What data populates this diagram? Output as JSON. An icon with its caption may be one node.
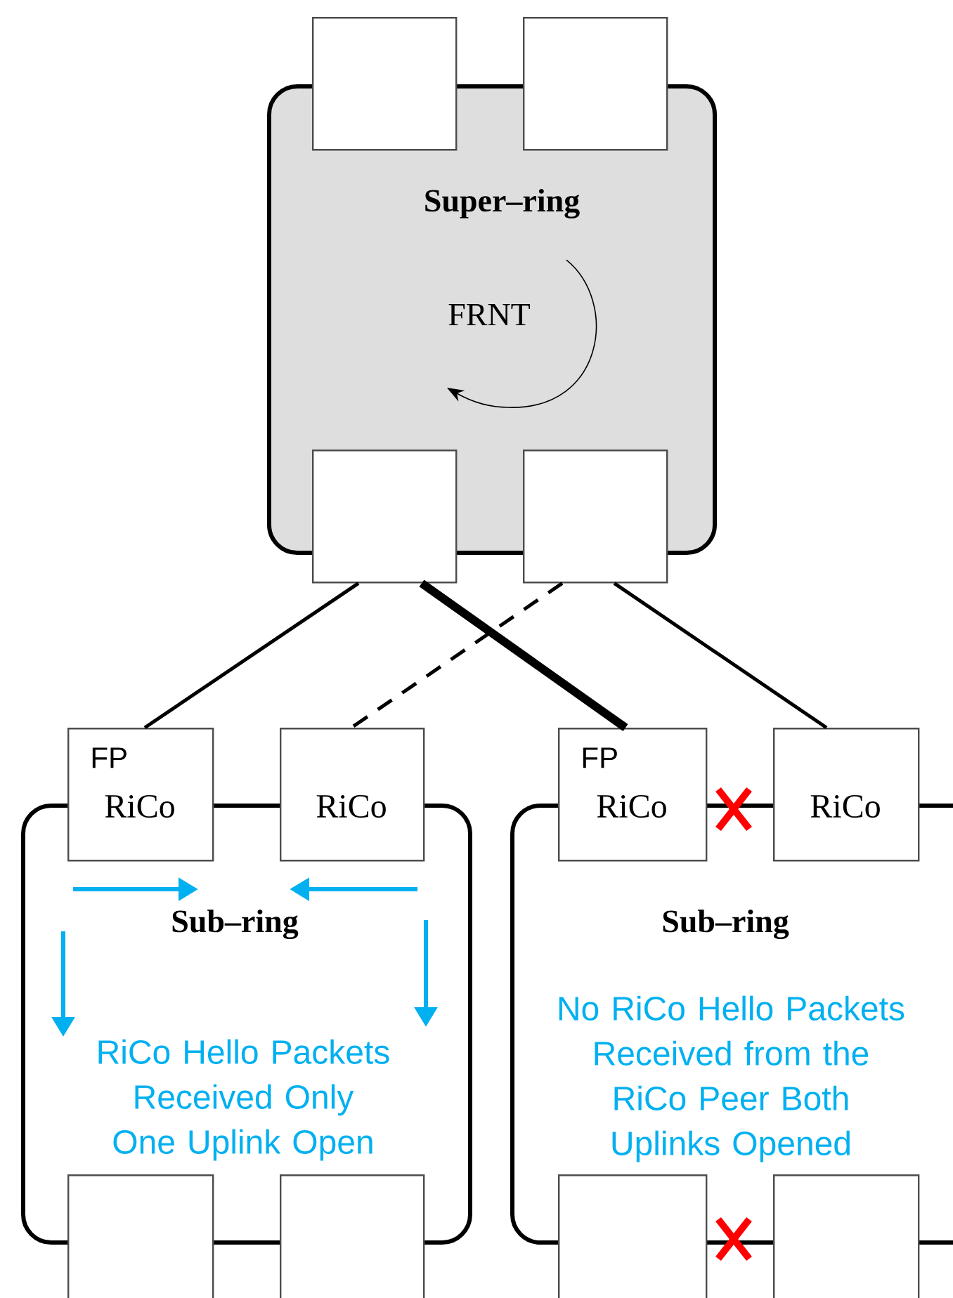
{
  "diagram": {
    "nodes": [
      {
        "text": [
          "Super–ring",
          "FRNT"
        ]
      },
      {
        "text": [],
        "shape": "box"
      },
      {
        "text": [],
        "shape": "box"
      },
      {
        "text": [],
        "shape": "box"
      },
      {
        "text": [],
        "shape": "box"
      },
      {
        "text": [
          "Sub–ring",
          "RiCo Hello Packets Received Only One Uplink Open"
        ]
      },
      {
        "text": [
          "Sub–ring",
          "No RiCo Hello Packets Received from the RiCo Peer Both Uplinks Opened"
        ]
      },
      {
        "text": [
          "FP",
          "RiCo"
        ]
      },
      {
        "text": [
          "RiCo"
        ]
      },
      {
        "text": [
          "FP",
          "RiCo"
        ]
      },
      {
        "text": [
          "RiCo"
        ]
      },
      {
        "text": [],
        "shape": "box"
      },
      {
        "text": [],
        "shape": "box"
      },
      {
        "text": [],
        "shape": "box"
      },
      {
        "text": [],
        "shape": "box"
      }
    ],
    "edges": [
      {
        "from": 3,
        "to": 7,
        "arrow": "none"
      },
      {
        "from": 3,
        "to": 9,
        "arrow": "none",
        "style": "thick"
      },
      {
        "from": 4,
        "to": 8,
        "arrow": "none",
        "style": "dashed"
      },
      {
        "from": 4,
        "to": 10,
        "arrow": "none"
      }
    ]
  }
}
